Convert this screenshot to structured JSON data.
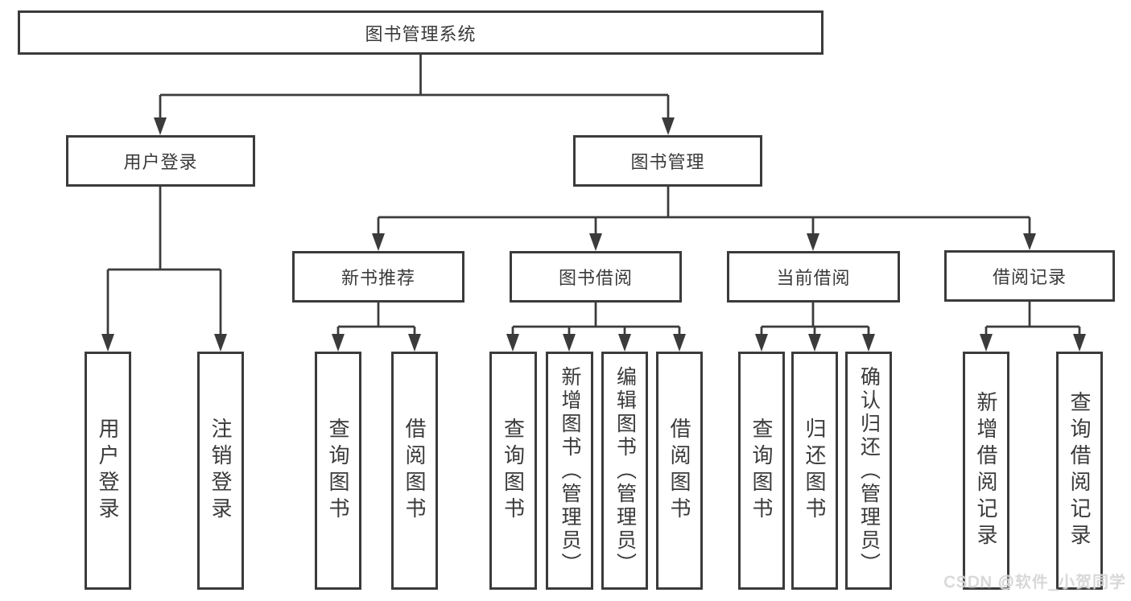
{
  "colors": {
    "line": "#3b3b3b",
    "text": "#3a3a3a",
    "bg": "#ffffff",
    "watermark": "#d9d9d9"
  },
  "watermark": {
    "text": "CSDN @软件_小贺同学"
  },
  "tree": {
    "root": {
      "label": "图书管理系统"
    },
    "branches": [
      {
        "label": "用户登录",
        "children": [
          {
            "label": "用户登录"
          },
          {
            "label": "注销登录"
          }
        ]
      },
      {
        "label": "图书管理",
        "children": [
          {
            "label": "新书推荐",
            "children": [
              {
                "label": "查询图书"
              },
              {
                "label": "借阅图书"
              }
            ]
          },
          {
            "label": "图书借阅",
            "children": [
              {
                "label": "查询图书"
              },
              {
                "label": "新增图书（管理员）"
              },
              {
                "label": "编辑图书（管理员）"
              },
              {
                "label": "借阅图书"
              }
            ]
          },
          {
            "label": "当前借阅",
            "children": [
              {
                "label": "查询图书"
              },
              {
                "label": "归还图书"
              },
              {
                "label": "确认归还（管理员）"
              }
            ]
          },
          {
            "label": "借阅记录",
            "children": [
              {
                "label": "新增借阅记录"
              },
              {
                "label": "查询借阅记录"
              }
            ]
          }
        ]
      }
    ]
  }
}
